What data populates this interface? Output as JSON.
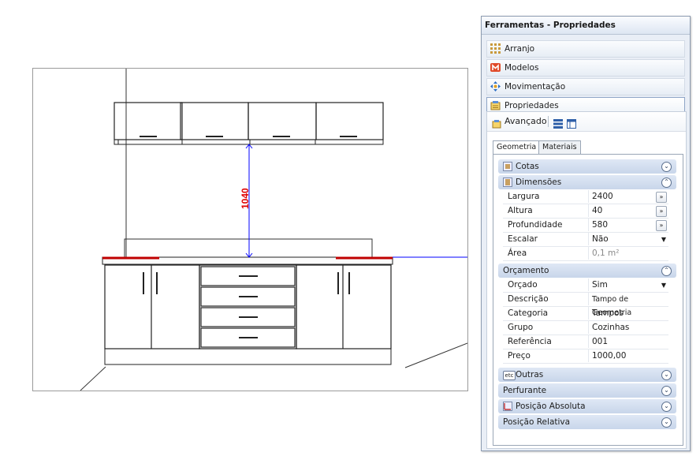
{
  "panel": {
    "title": "Ferramentas - Propriedades",
    "nav": [
      {
        "label": "Arranjo",
        "icon": "grid-icon"
      },
      {
        "label": "Modelos",
        "icon": "models-icon"
      },
      {
        "label": "Movimentação",
        "icon": "move-icon"
      },
      {
        "label": "Propriedades",
        "icon": "properties-icon"
      }
    ],
    "advanced_label": "Avançado",
    "tabs": [
      "Geometria",
      "Materiais"
    ],
    "sections": {
      "cotas": "Cotas",
      "dimensoes": "Dimensões",
      "orcamento": "Orçamento",
      "outras": "Outras",
      "perfurante": "Perfurante",
      "posicao_absoluta": "Posição Absoluta",
      "posicao_relativa": "Posição Relativa"
    },
    "dimensions": [
      {
        "label": "Largura",
        "value": "2400"
      },
      {
        "label": "Altura",
        "value": "40"
      },
      {
        "label": "Profundidade",
        "value": "580"
      },
      {
        "label": "Escalar",
        "value": "Não"
      },
      {
        "label": "Área",
        "value": "0,1 m²"
      }
    ],
    "budget": [
      {
        "label": "Orçado",
        "value": "Sim"
      },
      {
        "label": "Descrição",
        "value": "Tampo de Geometria"
      },
      {
        "label": "Categoria",
        "value": "Tampos"
      },
      {
        "label": "Grupo",
        "value": "Cozinhas"
      },
      {
        "label": "Referência",
        "value": "001"
      },
      {
        "label": "Preço",
        "value": "1000,00"
      }
    ],
    "etc_icon_text": "etc",
    "expand_button": "»"
  },
  "drawing": {
    "dimension_label": "1040",
    "colors": {
      "dimension": "#0000ff",
      "dimension_text": "#e00000",
      "countertop_edge": "#c00000"
    }
  }
}
